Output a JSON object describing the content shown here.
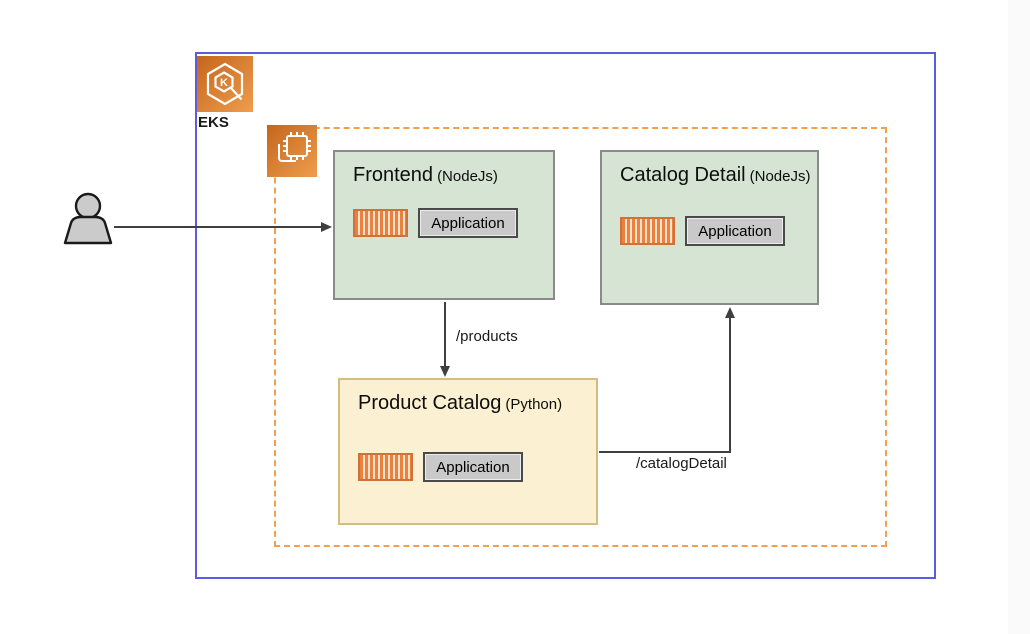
{
  "colors": {
    "cluster_border": "#5C5CE0",
    "group_border": "#F0A04F",
    "service_fill": "#D6E5D3",
    "service_border": "#8A8A8A",
    "worker_fill": "#FBF1D2",
    "worker_border": "#D4BE7F",
    "aws_orange_dark": "#C4661C",
    "aws_orange_light": "#EE9D4D",
    "arrow": "#3F3F3F"
  },
  "cluster": {
    "label": "EKS"
  },
  "nodes": [
    {
      "id": "frontend",
      "title": "Frontend",
      "runtime": "(NodeJs)",
      "badge": "Application"
    },
    {
      "id": "catalog-detail",
      "title": "Catalog Detail",
      "runtime": "(NodeJs)",
      "badge": "Application"
    },
    {
      "id": "product-catalog",
      "title": "Product Catalog",
      "runtime": "(Python)",
      "badge": "Application"
    }
  ],
  "edges": [
    {
      "from": "user",
      "to": "frontend",
      "label": ""
    },
    {
      "from": "frontend",
      "to": "product-catalog",
      "label": "/products"
    },
    {
      "from": "product-catalog",
      "to": "catalog-detail",
      "label": "/catalogDetail"
    }
  ]
}
